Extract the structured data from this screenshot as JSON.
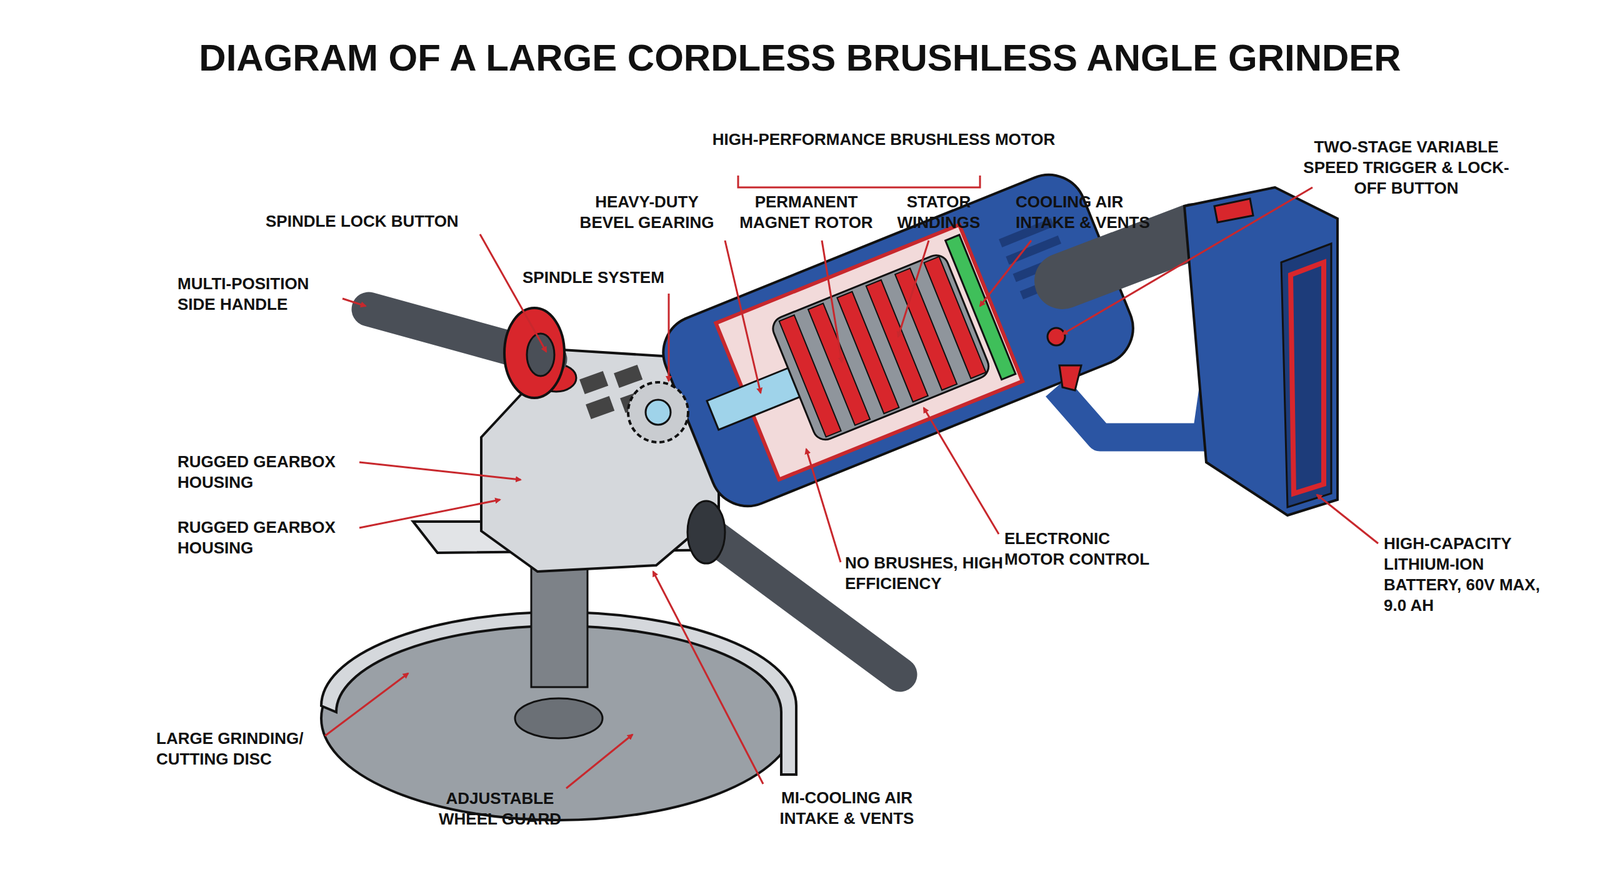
{
  "diagram": {
    "title": "DIAGRAM OF A LARGE CORDLESS BRUSHLESS ANGLE GRINDER",
    "labels": [
      "HIGH-PERFORMANCE BRUSHLESS MOTOR",
      "TWO-STAGE VARIABLE SPEED TRIGGER & LOCK-OFF BUTTON",
      "HEAVY-DUTY BEVEL GEARING",
      "PERMANENT MAGNET ROTOR",
      "STATOR WINDINGS",
      "COOLING AIR INTAKE & VENTS",
      "SPINDLE LOCK BUTTON",
      "SPINDLE SYSTEM",
      "MULTI-POSITION SIDE HANDLE",
      "RUGGED GEARBOX HOUSING",
      "RUGGED GEARBOX HOUSING",
      "ELECTRONIC MOTOR CONTROL",
      "NO BRUSHES, HIGH EFFICIENCY",
      "HIGH-CAPACITY LITHIUM-ION BATTERY, 60V MAX, 9.0 AH",
      "LARGE GRINDING/ CUTTING DISC",
      "ADJUSTABLE WHEEL GUARD",
      "MI-COOLING AIR INTAKE & VENTS"
    ]
  }
}
